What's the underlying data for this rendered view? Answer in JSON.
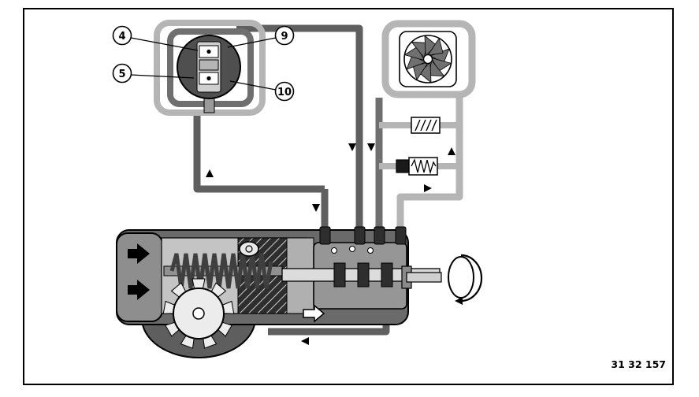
{
  "diagram": {
    "kind": "hydraulic-circuit-schematic",
    "ref_number": "31 32 157",
    "callouts": [
      {
        "label": "4"
      },
      {
        "label": "5"
      },
      {
        "label": "9"
      },
      {
        "label": "10"
      }
    ],
    "components": [
      "tandem-vane-pump",
      "cooler-fan",
      "throttle-valve",
      "pressure-relief-valve",
      "steering-gear-cross-section",
      "input-shaft-rotation"
    ],
    "colors": {
      "background": "#ffffff",
      "outline": "#000000",
      "pipe_dark": "#5f5f5f",
      "pipe_medium": "#7a7a7a",
      "pipe_light": "#b5b5b5",
      "body_dark": "#4f4f4f",
      "body_medium": "#6a6a6a",
      "body_light": "#c4c4c4",
      "chamber_light": "#e8e8e8"
    }
  }
}
